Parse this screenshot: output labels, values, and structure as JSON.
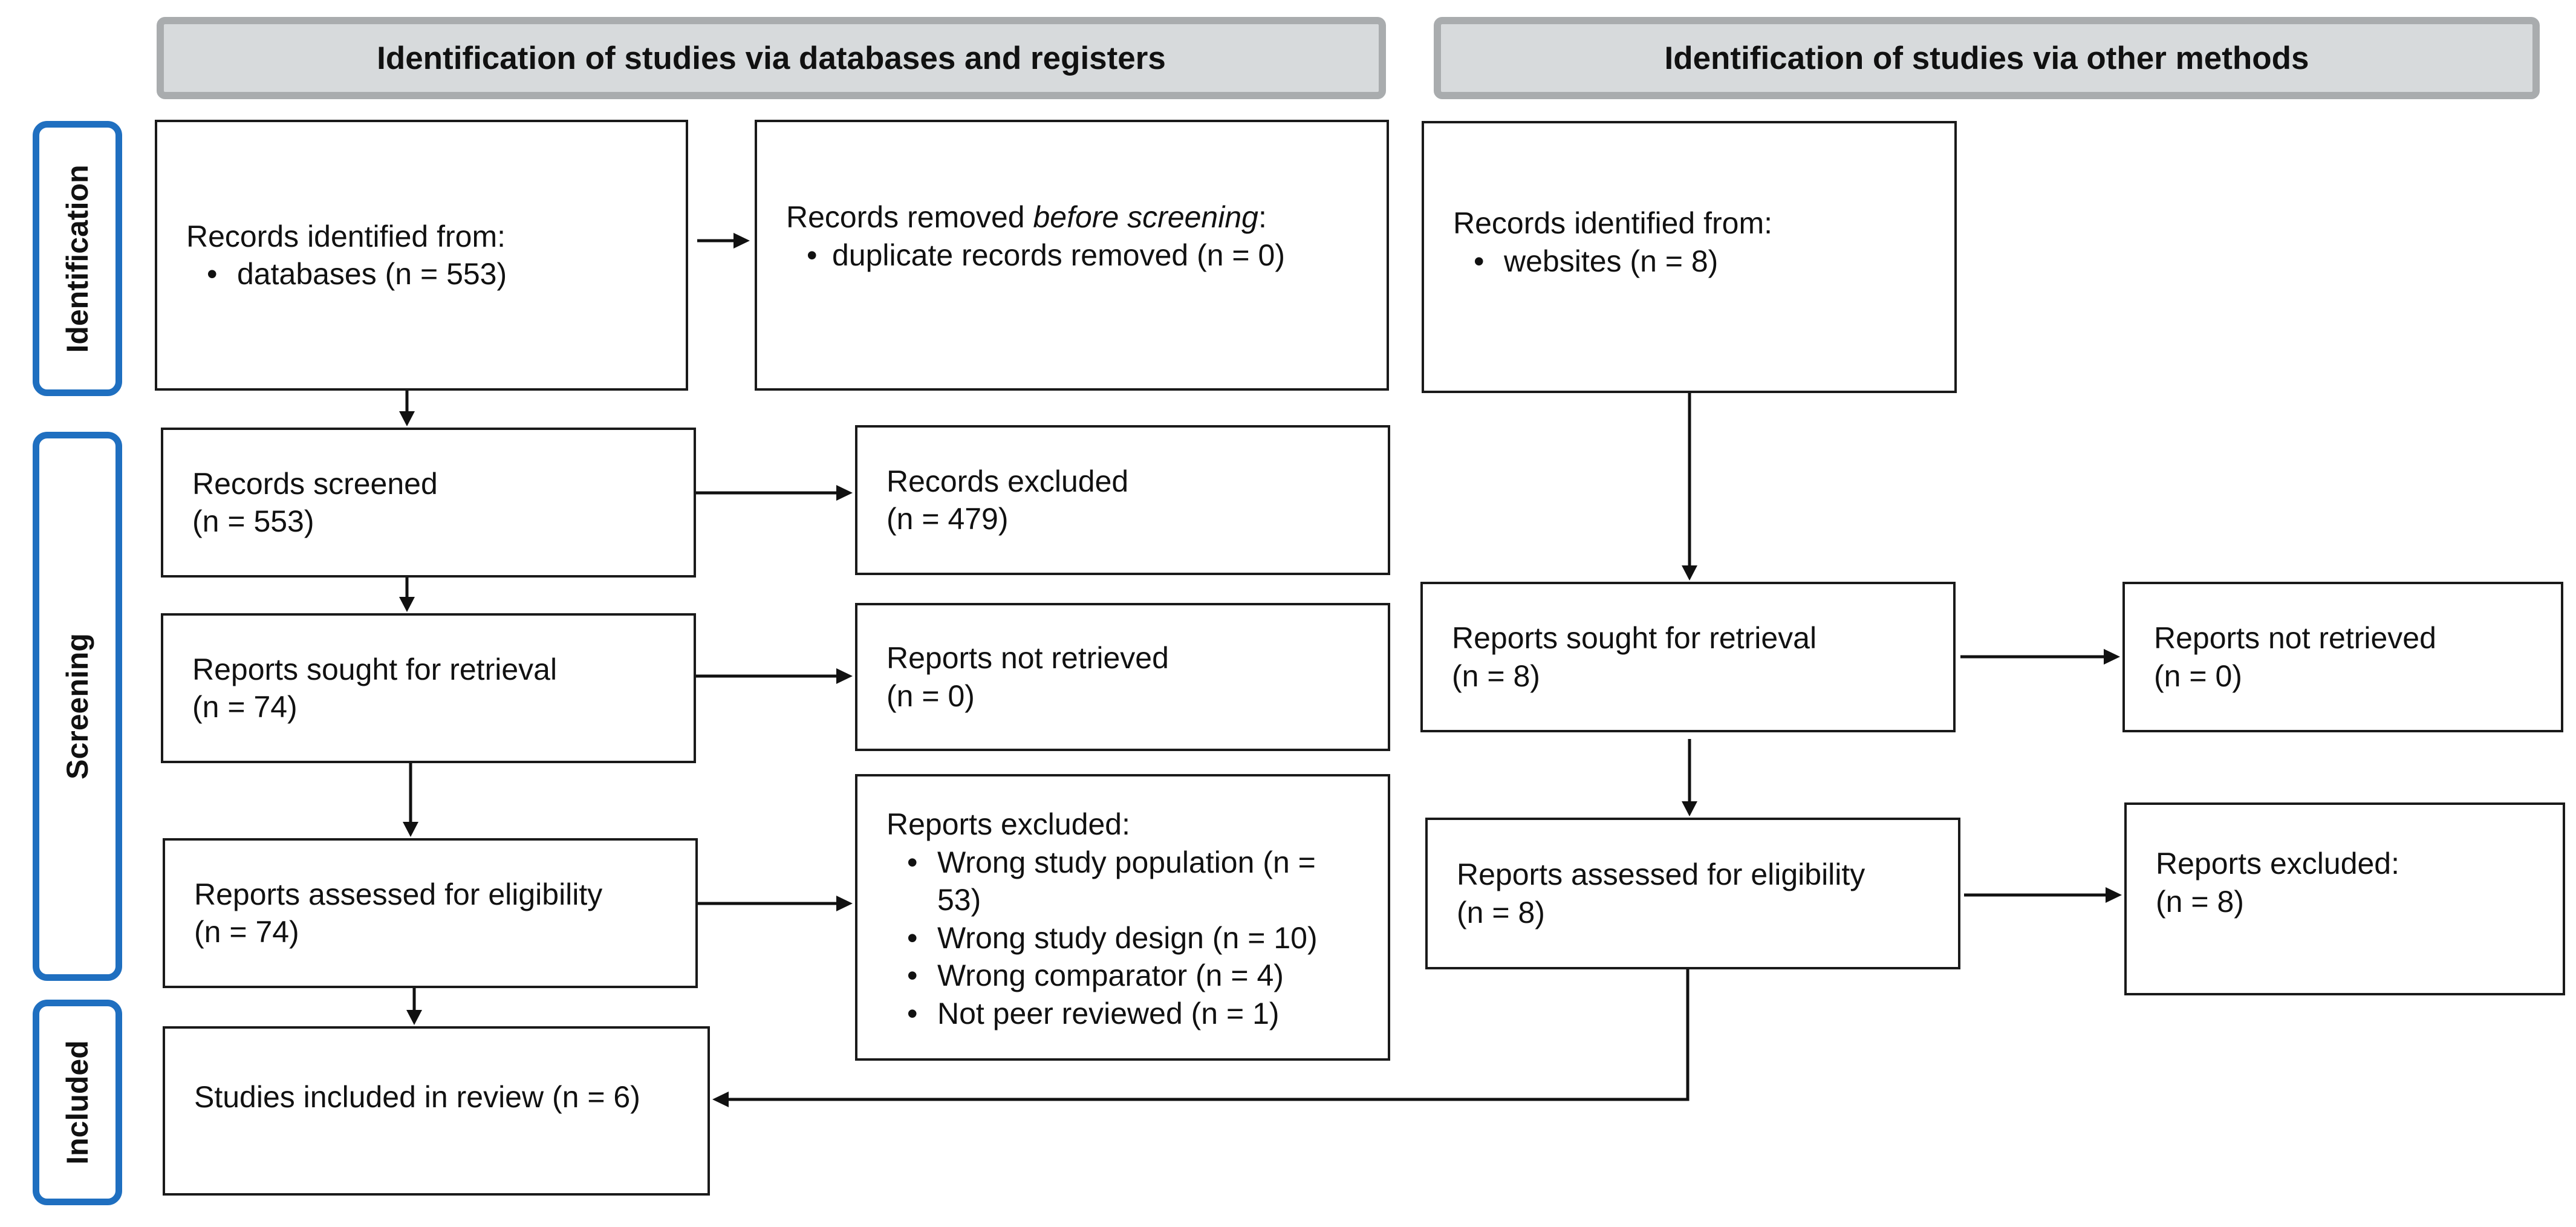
{
  "headers": {
    "databases": "Identification of studies via databases and registers",
    "other": "Identification of studies via other methods"
  },
  "stages": {
    "identification": "Identification",
    "screening": "Screening",
    "included": "Included"
  },
  "db": {
    "identified": {
      "title": "Records identified from:",
      "items": [
        "databases (n = 553)"
      ]
    },
    "removed": {
      "title_prefix": "Records removed ",
      "title_emphasis": "before screening",
      "title_suffix": ":",
      "items": [
        "duplicate records removed (n = 0)"
      ]
    },
    "screened": {
      "title": "Records screened",
      "count": "(n = 553)"
    },
    "excluded": {
      "title": "Records excluded",
      "count": "(n = 479)"
    },
    "sought": {
      "title": "Reports sought for retrieval",
      "count": "(n = 74)"
    },
    "not_retrieved": {
      "title": "Reports not retrieved",
      "count": "(n = 0)"
    },
    "assessed": {
      "title": "Reports assessed for eligibility",
      "count": "(n = 74)"
    },
    "reports_excluded": {
      "title": "Reports excluded:",
      "items": [
        "Wrong study population (n = 53)",
        "Wrong study design (n = 10)",
        "Wrong comparator (n = 4)",
        "Not peer reviewed (n = 1)"
      ]
    },
    "included": {
      "title": "Studies included in review (n = 6)"
    }
  },
  "other": {
    "identified": {
      "title": "Records identified from:",
      "items": [
        "websites (n = 8)"
      ]
    },
    "sought": {
      "title": "Reports sought for retrieval",
      "count": "(n = 8)"
    },
    "not_retrieved": {
      "title": "Reports not retrieved",
      "count": "(n = 0)"
    },
    "assessed": {
      "title": "Reports assessed for eligibility",
      "count": "(n = 8)"
    },
    "excluded": {
      "title": "Reports excluded:",
      "count": "(n = 8)"
    }
  },
  "colors": {
    "stage_border": "#1f6fc0",
    "header_fill": "#d7dadc",
    "header_border": "#a9acae",
    "box_border": "#1a1a1a"
  }
}
